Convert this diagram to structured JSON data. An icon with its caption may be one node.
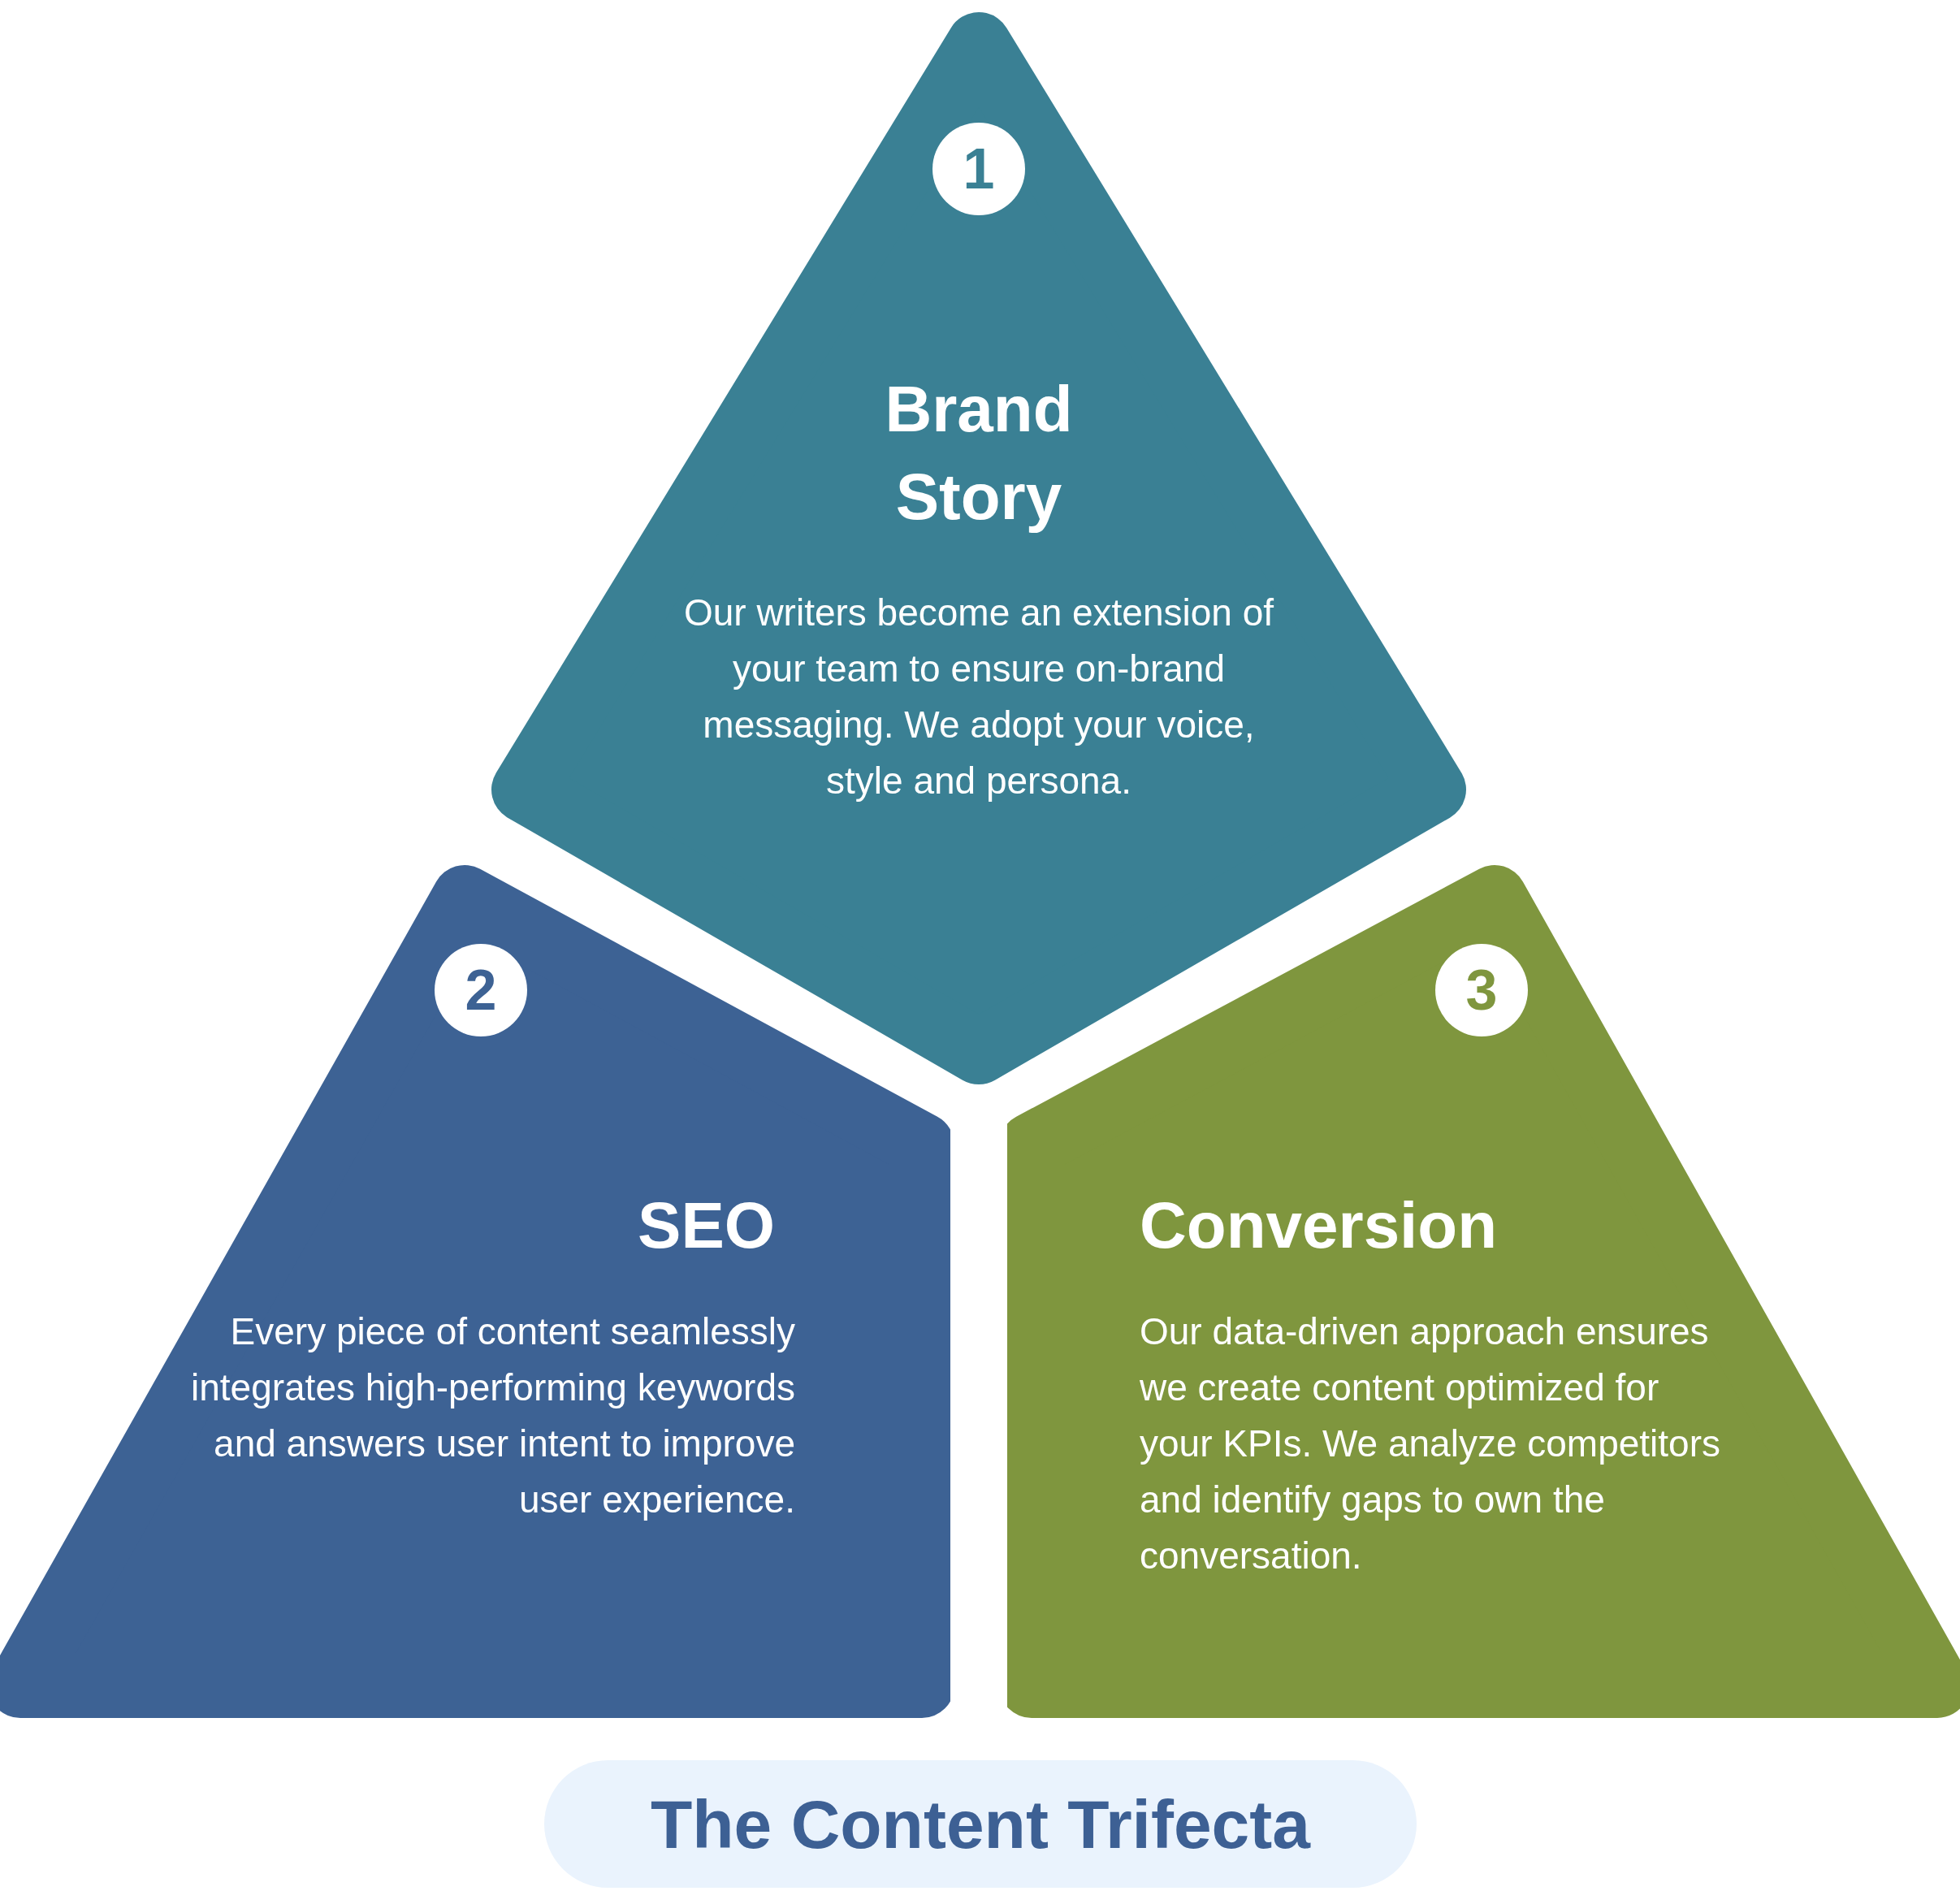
{
  "diagram": {
    "title": "The Content Trifecta",
    "nodes": [
      {
        "text": [
          "Brand Story",
          "Our writers become an extension of your team to ensure on-brand messaging. We adopt your voice, style and persona."
        ]
      },
      {
        "text": [
          "1"
        ],
        "in": 0
      },
      {
        "text": [
          "SEO",
          "Every piece of content seamlessly integrates high-performing keywords and answers user intent to improve user experience."
        ]
      },
      {
        "text": [
          "2"
        ],
        "in": 2
      },
      {
        "text": [
          "Conversion",
          "Our data-driven approach ensures we create content optimized for your KPIs. We analyze competitors and identify gaps to own the conversation."
        ]
      },
      {
        "text": [
          "3"
        ],
        "in": 4
      }
    ]
  }
}
